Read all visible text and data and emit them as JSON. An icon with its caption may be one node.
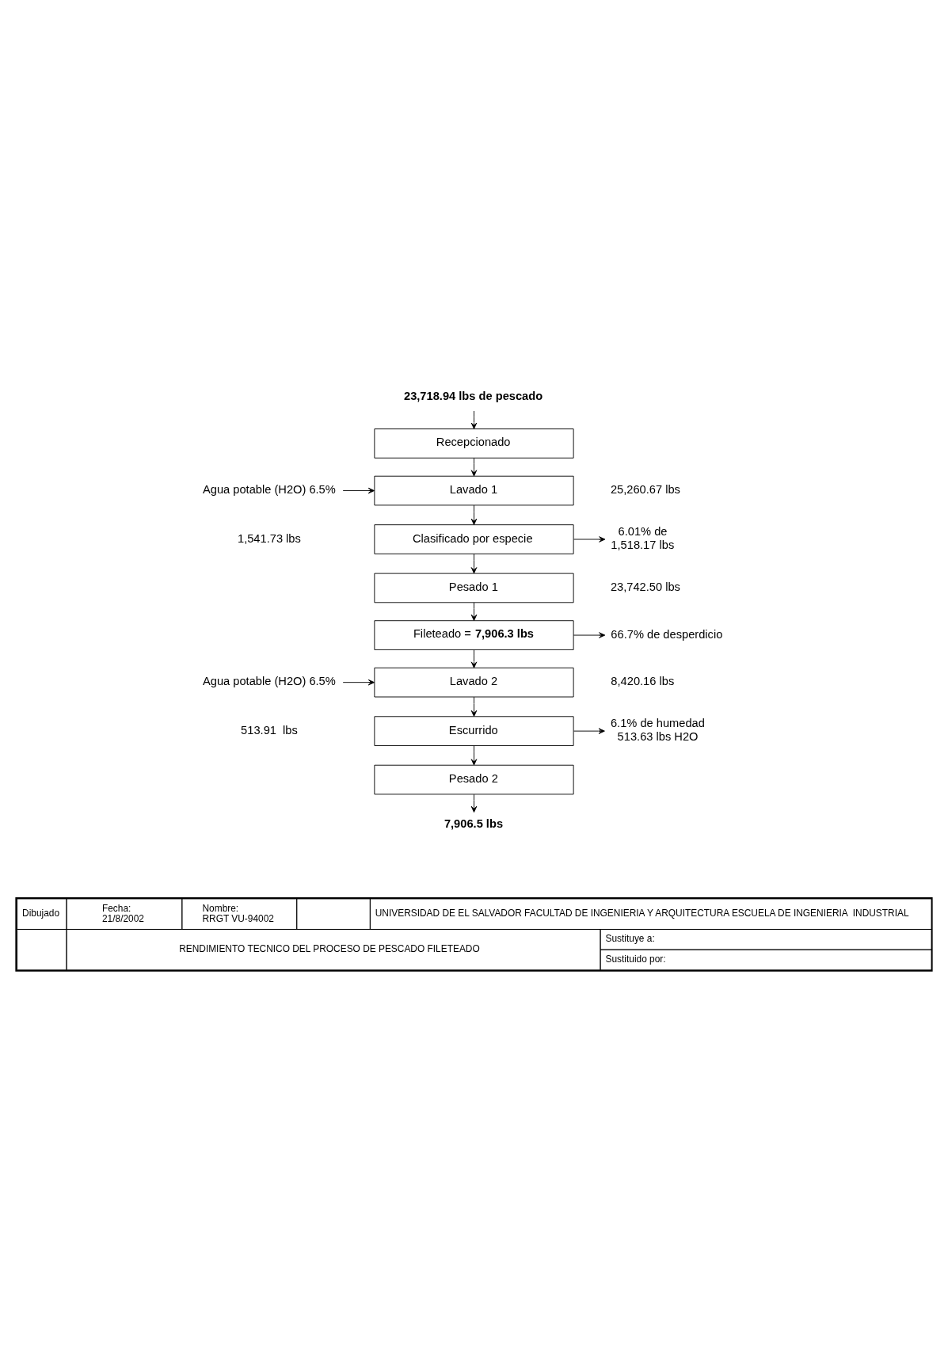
{
  "diagram": {
    "nodes": [
      {
        "text": [
          "23,718.94 lbs de pescado"
        ]
      },
      {
        "text": [
          "Recepcionado"
        ]
      },
      {
        "text": [
          "Lavado 1"
        ],
        "beside": [
          "25,260.67 lbs"
        ]
      },
      {
        "text": [
          "Clasificado por especie"
        ]
      },
      {
        "text": [
          "Pesado 1"
        ],
        "beside": [
          "23,742.50 lbs"
        ]
      },
      {
        "text": [
          "Fileteado = **7,906.3 lbs**"
        ]
      },
      {
        "text": [
          "Lavado 2"
        ],
        "beside": [
          "8,420.16 lbs"
        ]
      },
      {
        "text": [
          "Escurrido"
        ]
      },
      {
        "text": [
          "Pesado 2"
        ]
      },
      {
        "text": [
          "7,906.5 lbs"
        ]
      },
      {
        "text": [
          "Agua potable (H2O) 6.5%"
        ],
        "beside": [
          "1,541.73 lbs"
        ]
      },
      {
        "text": [
          "6.01% de",
          "1,518.17 lbs"
        ]
      },
      {
        "text": [
          "66.7% de desperdicio"
        ]
      },
      {
        "text": [
          "Agua potable (H2O) 6.5%"
        ],
        "beside": [
          "513.91  lbs"
        ]
      },
      {
        "text": [
          "6.1% de humedad",
          "513.63 lbs H2O"
        ]
      }
    ],
    "edges": [
      {
        "from": 0,
        "to": 1,
        "arrow": "to"
      },
      {
        "from": 1,
        "to": 2,
        "arrow": "to"
      },
      {
        "from": 2,
        "to": 3,
        "arrow": "to"
      },
      {
        "from": 3,
        "to": 4,
        "arrow": "to"
      },
      {
        "from": 4,
        "to": 5,
        "arrow": "to"
      },
      {
        "from": 5,
        "to": 6,
        "arrow": "to"
      },
      {
        "from": 6,
        "to": 7,
        "arrow": "to"
      },
      {
        "from": 7,
        "to": 8,
        "arrow": "to"
      },
      {
        "from": 8,
        "to": 9,
        "arrow": "to"
      },
      {
        "from": 10,
        "to": 2,
        "arrow": "to"
      },
      {
        "from": 3,
        "to": 11,
        "arrow": "to"
      },
      {
        "from": 5,
        "to": 12,
        "arrow": "to"
      },
      {
        "from": 13,
        "to": 6,
        "arrow": "to"
      },
      {
        "from": 7,
        "to": 14,
        "arrow": "to"
      }
    ],
    "labels": [
      "Dibujado",
      "Fecha: 21/8/2002",
      "Nombre: RRGT VU-94002",
      "UNIVERSIDAD DE EL SALVADOR FACULTAD DE INGENIERIA Y ARQUITECTURA ESCUELA DE INGENIERIA  INDUSTRIAL",
      "RENDIMIENTO TECNICO DEL PROCESO DE PESCADO FILETEADO",
      "Sustituye a:",
      "Sustituido por:"
    ]
  }
}
